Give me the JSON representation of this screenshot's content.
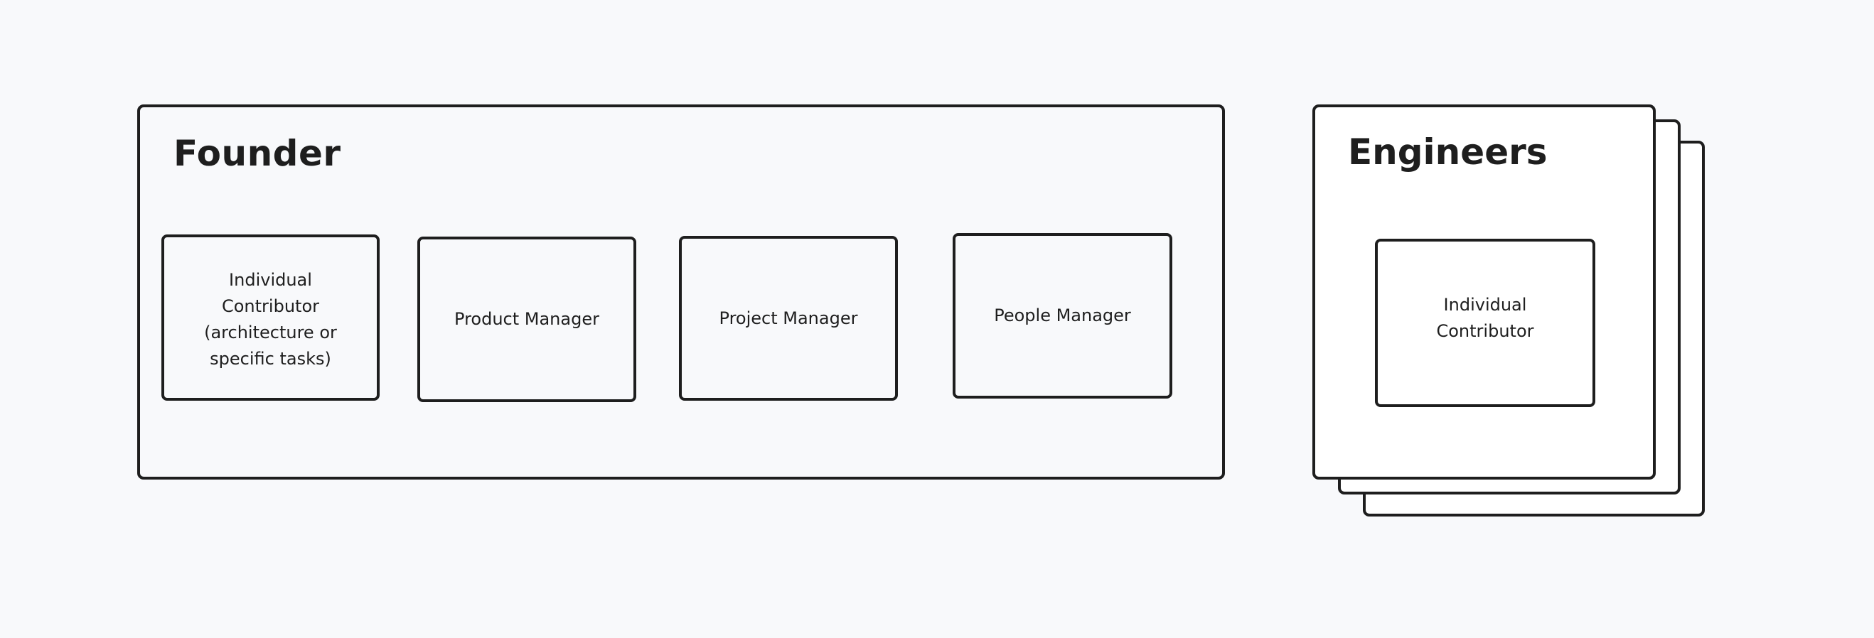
{
  "colors": {
    "background": "#f8f9fb",
    "stroke": "#1e1e1e",
    "card_fill_white": "#ffffff"
  },
  "founder": {
    "title": "Founder",
    "roles": [
      {
        "label": "Individual\nContributor\n(architecture or\nspecific tasks)"
      },
      {
        "label": "Product Manager"
      },
      {
        "label": "Project Manager"
      },
      {
        "label": "People Manager"
      }
    ]
  },
  "engineers": {
    "title": "Engineers",
    "stack_count": 3,
    "roles": [
      {
        "label": "Individual\nContributor"
      }
    ]
  }
}
